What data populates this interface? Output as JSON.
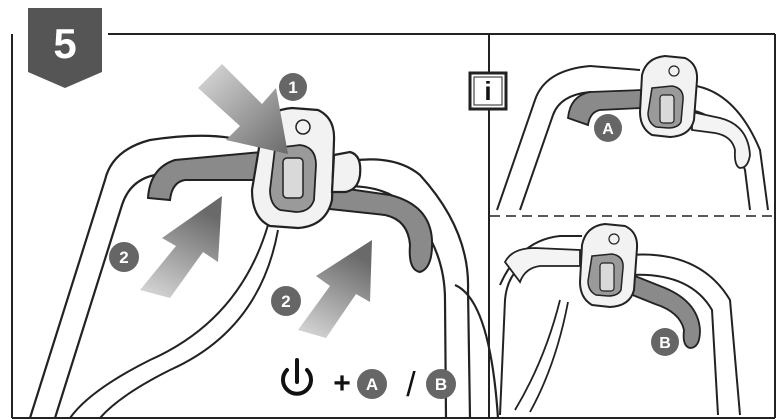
{
  "step": {
    "number": "5"
  },
  "info_icon": {
    "label": "i"
  },
  "main_panel": {
    "callouts": [
      {
        "id": "press-power",
        "label": "1"
      },
      {
        "id": "pull-left-bar",
        "label": "2"
      },
      {
        "id": "pull-right-bar",
        "label": "2"
      }
    ],
    "formula": {
      "plus": "+",
      "option_a": "A",
      "separator": "/",
      "option_b": "B"
    }
  },
  "info_panel": {
    "top_view": {
      "label": "A"
    },
    "bottom_view": {
      "label": "B"
    }
  },
  "colors": {
    "badge": "#555555",
    "callout": "#666666",
    "handle_gray": "#8a8a8a",
    "line": "#222222",
    "arrow_dark": "#6a6a6a",
    "arrow_light": "#d2d2d2"
  }
}
